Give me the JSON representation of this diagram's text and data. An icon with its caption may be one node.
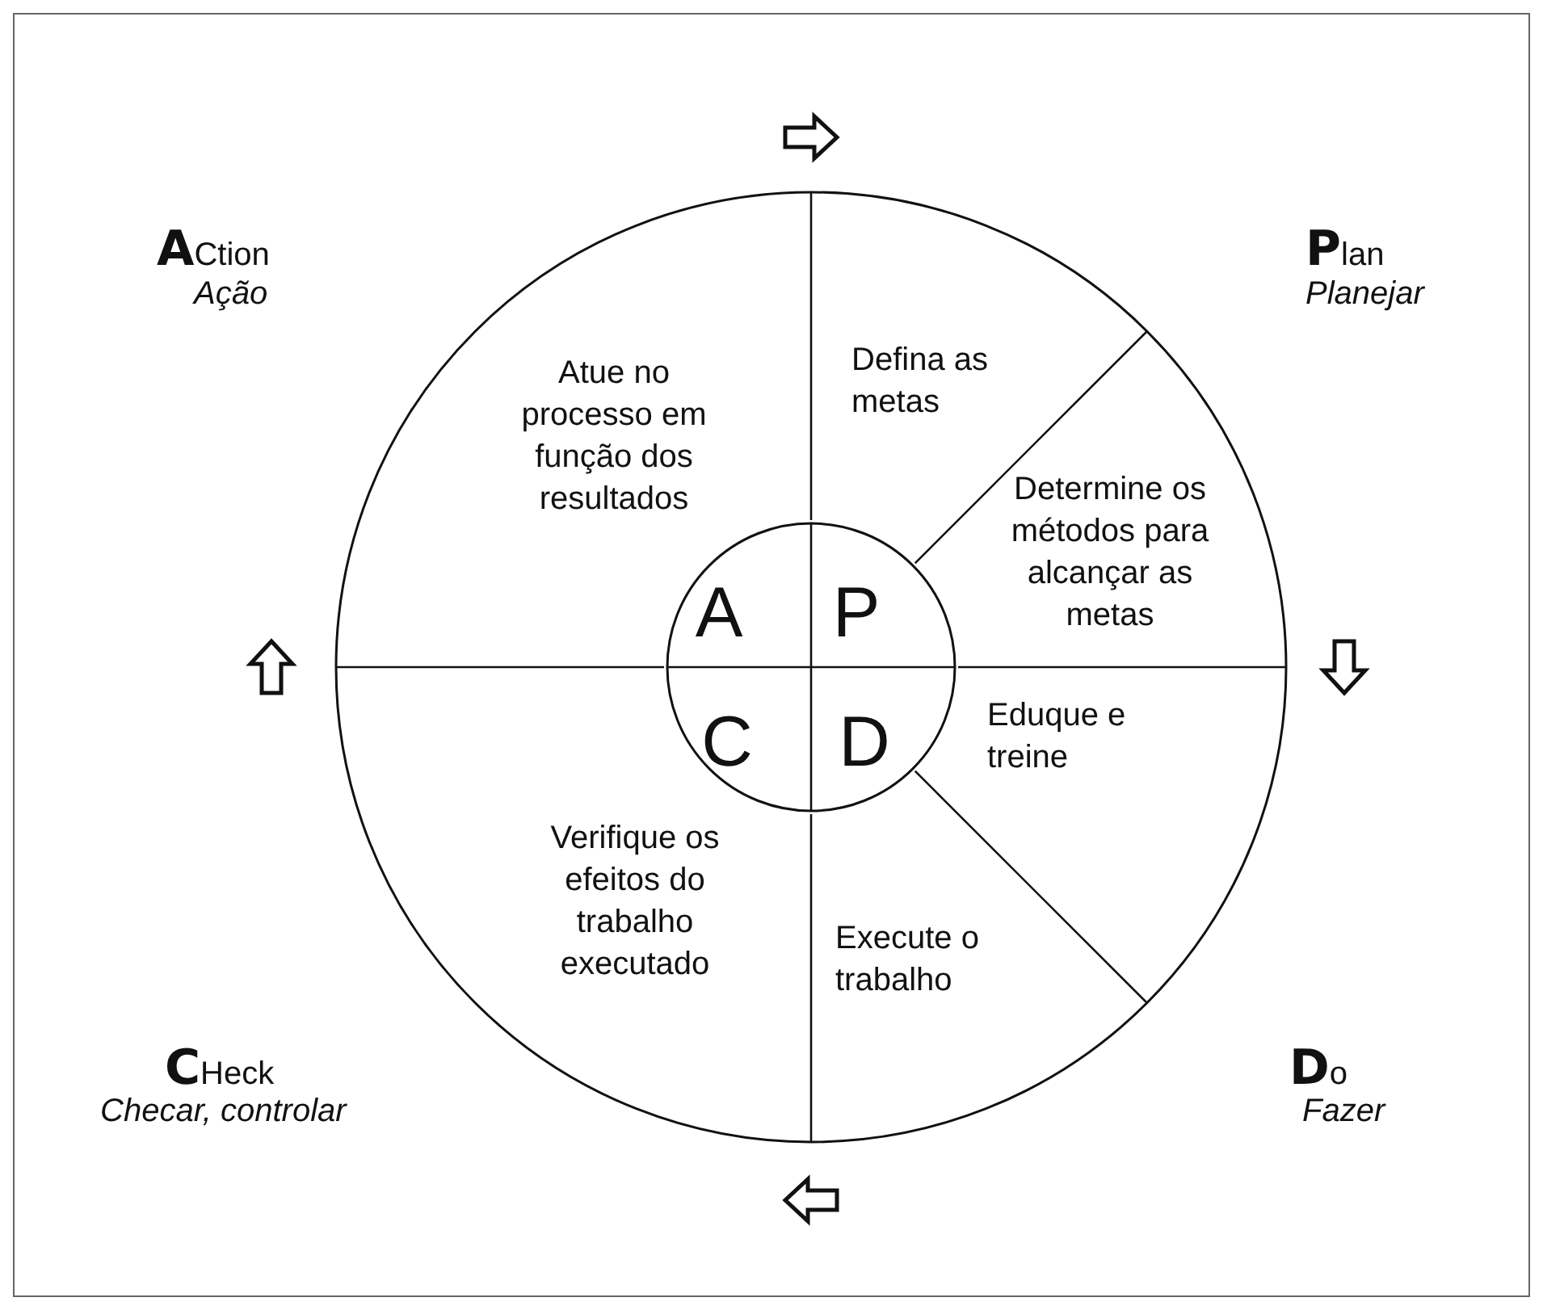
{
  "diagram": {
    "nodes": [
      {
        "text": [],
        "shape": "circle"
      },
      {
        "text": [
          "Atue no processo em função dos resultados"
        ],
        "in": 0
      },
      {
        "text": [
          "Defina as metas"
        ],
        "in": 0
      },
      {
        "text": [
          "Determine os métodos para alcançar as metas"
        ],
        "in": 0
      },
      {
        "text": [
          "Eduque e treine"
        ],
        "in": 0
      },
      {
        "text": [
          "Execute o trabalho"
        ],
        "in": 0
      },
      {
        "text": [
          "Verifique os efeitos do trabalho executado"
        ],
        "in": 0
      },
      {
        "text": [],
        "shape": "circle",
        "in": 0
      },
      {
        "text": [
          "A"
        ],
        "in": 7
      },
      {
        "text": [
          "P"
        ],
        "in": 7
      },
      {
        "text": [
          "C"
        ],
        "in": 7
      },
      {
        "text": [
          "D"
        ],
        "in": 7
      }
    ],
    "edges": [],
    "labels": [
      "**A**Ction",
      "Ação",
      "**P**lan",
      "Planejar",
      "**C**Heck",
      "Checar, controlar",
      "**D**o",
      "Fazer"
    ]
  }
}
